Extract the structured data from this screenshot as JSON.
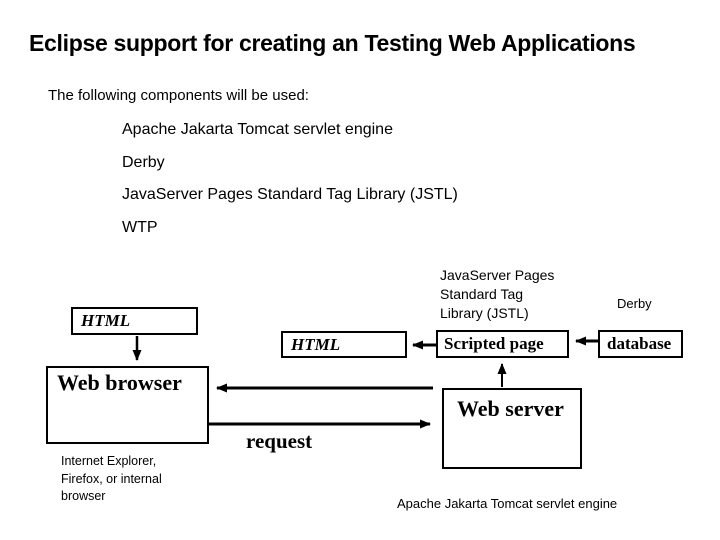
{
  "slide": {
    "title": "Eclipse support for creating an Testing Web Applications",
    "intro": "The following components will be used:",
    "components": [
      "Apache Jakarta Tomcat servlet engine",
      "Derby",
      "JavaServer Pages Standard Tag Library (JSTL)",
      "WTP"
    ]
  },
  "diagram": {
    "boxes": {
      "html_left": "HTML",
      "html_mid": "HTML",
      "scripted_page": "Scripted page",
      "database": "database",
      "web_browser": "Web browser",
      "web_server": "Web server"
    },
    "labels": {
      "jstl": "JavaServer Pages\nStandard Tag\nLibrary (JSTL)",
      "derby": "Derby",
      "request": "request",
      "browser_note": "Internet Explorer,\nFirefox, or internal\nbrowser",
      "tomcat": "Apache Jakarta Tomcat servlet engine"
    }
  },
  "colors": {
    "background": "#ffffff",
    "foreground": "#000000"
  }
}
